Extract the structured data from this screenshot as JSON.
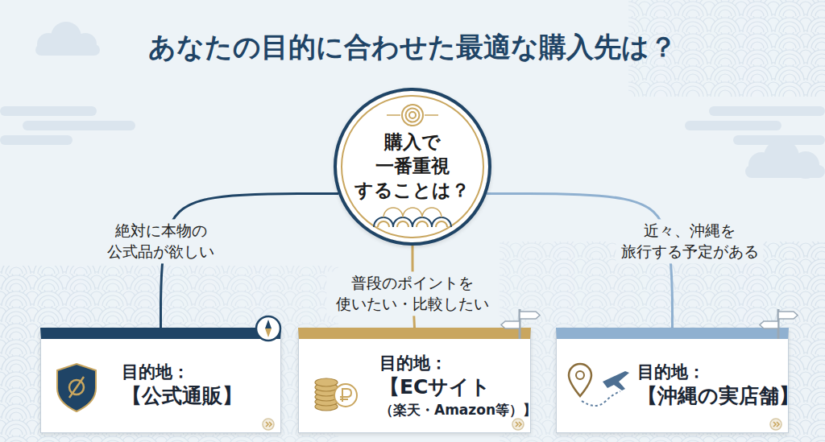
{
  "diagram": {
    "title": "あなたの目的に合わせた最適な購入先は？",
    "nodes": [
      {
        "text": [
          "購入で 一番重視 することは？"
        ]
      },
      {
        "text": [
          "目的地：",
          "【公式通販】"
        ]
      },
      {
        "text": [
          "目的地：",
          "【ECサイト",
          "（楽天・Amazon等）】"
        ]
      },
      {
        "text": [
          "目的地：",
          "【沖縄の実店舗】"
        ]
      }
    ],
    "edges": [
      {
        "from": 0,
        "to": 1,
        "arrow": "none",
        "label": "絶対に本物の 公式品が欲しい"
      },
      {
        "from": 0,
        "to": 2,
        "arrow": "none",
        "label": "普段のポイントを 使いたい・比較したい"
      },
      {
        "from": 0,
        "to": 3,
        "arrow": "none",
        "label": "近々、沖縄を 旅行する予定がある"
      }
    ]
  }
}
